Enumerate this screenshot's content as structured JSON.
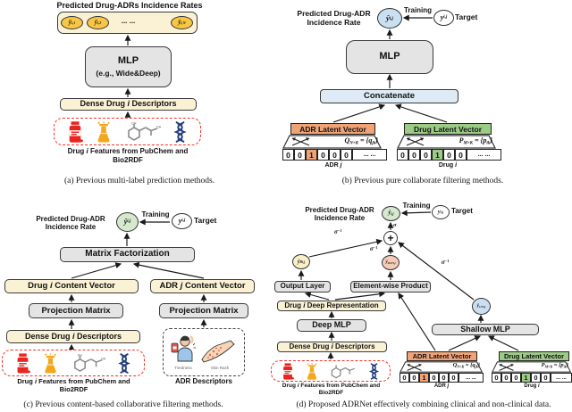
{
  "panel_a": {
    "title": "Predicted Drug-ADRs Incidence Rates",
    "y1": {
      "b": "ŷ",
      "sub": "i,1"
    },
    "y2": {
      "b": "ŷ",
      "sub": "i,2"
    },
    "yN": {
      "b": "ŷ",
      "sub": "i,N"
    },
    "dots": "... ...",
    "mlp1": "MLP",
    "mlp2": "(e.g., Wide&Deep)",
    "dense": {
      "pre": "Dense Drug ",
      "it": "i",
      "post": " Descriptors"
    },
    "feat1": {
      "pre": "Drug ",
      "it": "i",
      "post": " Features from PubChem and"
    },
    "feat2": "Bio2RDF",
    "caption": "(a) Previous multi-label prediction methods."
  },
  "panel_b": {
    "pred1": "Predicted Drug-ADR",
    "pred2": "Incidence Rate",
    "yhat": {
      "b": "ŷ",
      "sub": "i,j"
    },
    "training": "Training",
    "ytrue": {
      "b": "y",
      "sub": "i,j"
    },
    "target": "Target",
    "mlp": "MLP",
    "concat": "Concatenate",
    "adr": {
      "header": "ADR Latent Vector",
      "f_b": "Q",
      "f_s1": "N×K",
      "f_mid": " = {q",
      "f_s2": "jk",
      "f_end": "}",
      "cells": [
        "0",
        "0",
        "1",
        "0",
        "0",
        "0"
      ],
      "dots": "... ...",
      "label": {
        "pre": "ADR ",
        "it": "j",
        "post": ""
      }
    },
    "drug": {
      "header": "Drug Latent Vector",
      "f_b": "P",
      "f_s1": "M×K",
      "f_mid": " = {p",
      "f_s2": "ik",
      "f_end": "}",
      "cells": [
        "0",
        "0",
        "0",
        "1",
        "0",
        "0"
      ],
      "dots": "... ...",
      "label": {
        "pre": "Drug ",
        "it": "i",
        "post": ""
      }
    },
    "caption": "(b) Previous pure collaborate filtering methods."
  },
  "panel_c": {
    "pred1": "Predicted Drug-ADR",
    "pred2": "Incidence Rate",
    "yhat": {
      "b": "ŷ",
      "sub": "i,j"
    },
    "training": "Training",
    "ytrue": {
      "b": "y",
      "sub": "i,j"
    },
    "target": "Target",
    "mf": "Matrix Factorization",
    "drug_cv": {
      "pre": "Drug ",
      "it": "i",
      "post": " Content Vector"
    },
    "adr_cv": {
      "pre": "ADR ",
      "it": "j",
      "post": " Content Vector"
    },
    "proj_l": "Projection Matrix",
    "proj_r": "Projection Matrix",
    "dense": {
      "pre": "Dense Drug ",
      "it": "i",
      "post": " Descriptors"
    },
    "feat1": {
      "pre": "Drug ",
      "it": "i",
      "post": " Features from PubChem and"
    },
    "feat2": "Bio2RDF",
    "adr_desc": "ADR Descriptors",
    "tiredness": "Tiredness",
    "skin_rash": "Skin Rash",
    "caption": "(c) Previous content-based collaborative filtering methods."
  },
  "panel_d": {
    "pred1": "Predicted Drug-ADR",
    "pred2": "Incidence Rate",
    "yhat": {
      "b": "ŷ",
      "sub": "i,j"
    },
    "training": "Training",
    "ytrue": {
      "b": "y",
      "sub": "i,j"
    },
    "target": "Target",
    "sigma": "σ",
    "sigma_inv": {
      "b": "σ",
      "sup": "−1"
    },
    "plus": "+",
    "yD": {
      "b": "ŷ",
      "sup": "D",
      "sub": "i,j"
    },
    "yDCF": {
      "b": "ŷ",
      "sup": "DCF",
      "sub": "i,j"
    },
    "yCF": {
      "b": "ŷ",
      "sup": "CF",
      "sub": "i,j"
    },
    "output_layer": "Output Layer",
    "ew_product": "Element-wise Product",
    "deep_rep": {
      "pre": "Drug ",
      "it": "i",
      "post": " Deep Representation"
    },
    "deep_mlp": "Deep MLP",
    "shallow_mlp": "Shallow MLP",
    "dense": {
      "pre": "Dense Drug ",
      "it": "i",
      "post": " Descriptors"
    },
    "feat1": {
      "pre": "Drug ",
      "it": "i",
      "post": " Features from PubChem and"
    },
    "feat2": "Bio2RDF",
    "adr": {
      "header": "ADR Latent Vector",
      "f_b": "Q",
      "f_s1": "N×K",
      "f_mid": " = {q",
      "f_s2": "jk",
      "f_end": "}",
      "cells": [
        "0",
        "0",
        "1",
        "0",
        "0",
        "0"
      ],
      "dots": "... ...",
      "label": {
        "pre": "ADR ",
        "it": "j",
        "post": ""
      }
    },
    "drug": {
      "header": "Drug Latent Vector",
      "f_b": "P",
      "f_s1": "M×K",
      "f_mid": " = {p",
      "f_s2": "ik",
      "f_end": "}",
      "cells": [
        "0",
        "0",
        "0",
        "1",
        "0",
        "0"
      ],
      "dots": "... ...",
      "label": {
        "pre": "Drug ",
        "it": "i",
        "post": ""
      }
    },
    "caption": "(d) Proposed ADRNet effectively combining clinical and non-clinical data."
  }
}
